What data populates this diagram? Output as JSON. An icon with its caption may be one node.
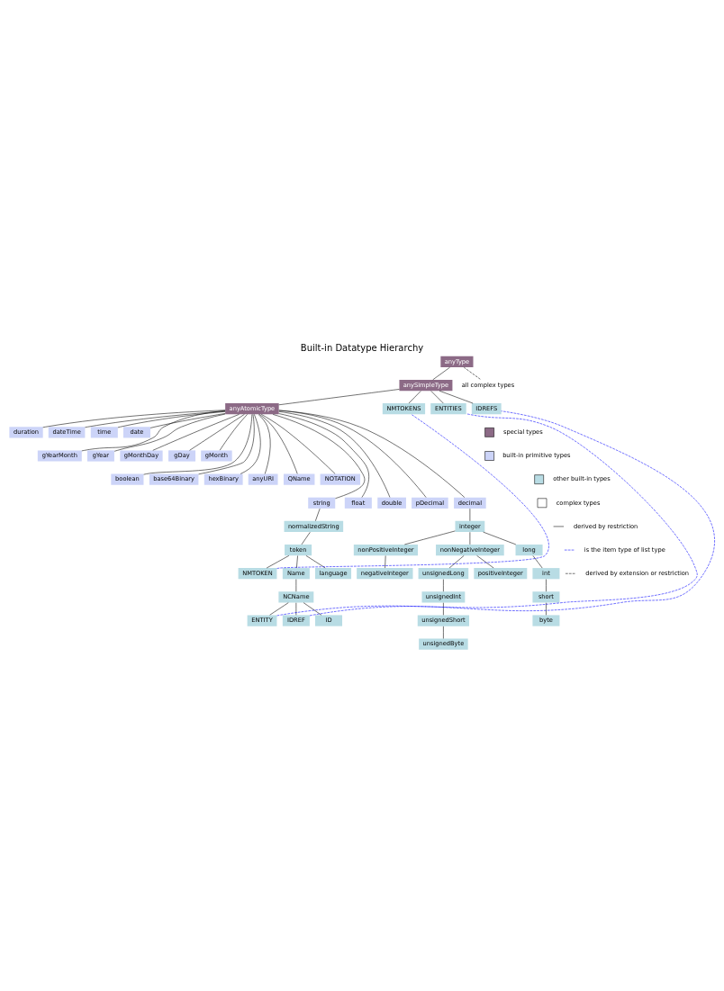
{
  "diagram": {
    "title": "Built-in Datatype Hierarchy",
    "nodes": [
      {
        "text": [
          "anyType"
        ]
      },
      {
        "text": [
          "anySimpleType"
        ]
      },
      {
        "text": [
          "anyAtomicType"
        ]
      },
      {
        "text": [
          "all complex types"
        ]
      },
      {
        "text": [
          "duration"
        ]
      },
      {
        "text": [
          "dateTime"
        ]
      },
      {
        "text": [
          "time"
        ]
      },
      {
        "text": [
          "date"
        ]
      },
      {
        "text": [
          "gYearMonth"
        ]
      },
      {
        "text": [
          "gYear"
        ]
      },
      {
        "text": [
          "gMonthDay"
        ]
      },
      {
        "text": [
          "gDay"
        ]
      },
      {
        "text": [
          "gMonth"
        ]
      },
      {
        "text": [
          "boolean"
        ]
      },
      {
        "text": [
          "base64Binary"
        ]
      },
      {
        "text": [
          "hexBinary"
        ]
      },
      {
        "text": [
          "anyURI"
        ]
      },
      {
        "text": [
          "QName"
        ]
      },
      {
        "text": [
          "NOTATION"
        ]
      },
      {
        "text": [
          "string"
        ]
      },
      {
        "text": [
          "float"
        ]
      },
      {
        "text": [
          "double"
        ]
      },
      {
        "text": [
          "pDecimal"
        ]
      },
      {
        "text": [
          "decimal"
        ]
      },
      {
        "text": [
          "normalizedString"
        ]
      },
      {
        "text": [
          "token"
        ]
      },
      {
        "text": [
          "integer"
        ]
      },
      {
        "text": [
          "nonPositiveInteger"
        ]
      },
      {
        "text": [
          "nonNegativeInteger"
        ]
      },
      {
        "text": [
          "long"
        ]
      },
      {
        "text": [
          "negativeInteger"
        ]
      },
      {
        "text": [
          "unsignedLong"
        ]
      },
      {
        "text": [
          "int"
        ]
      },
      {
        "text": [
          "NMTOKEN"
        ]
      },
      {
        "text": [
          "Name"
        ]
      },
      {
        "text": [
          "language"
        ]
      },
      {
        "text": [
          "positiveInteger"
        ]
      },
      {
        "text": [
          "unsignedInt"
        ]
      },
      {
        "text": [
          "short"
        ]
      },
      {
        "text": [
          "NCName"
        ]
      },
      {
        "text": [
          "unsignedShort"
        ]
      },
      {
        "text": [
          "byte"
        ]
      },
      {
        "text": [
          "ENTITY"
        ]
      },
      {
        "text": [
          "IDREF"
        ]
      },
      {
        "text": [
          "ID"
        ]
      },
      {
        "text": [
          "unsignedByte"
        ]
      },
      {
        "text": [
          "NMTOKENS"
        ]
      },
      {
        "text": [
          "ENTITIES"
        ]
      },
      {
        "text": [
          "IDREFS"
        ]
      }
    ],
    "edges": [
      {
        "from": 0,
        "to": 1,
        "arrow": "none"
      },
      {
        "from": 0,
        "to": 3,
        "arrow": "none",
        "style": "dashed"
      },
      {
        "from": 1,
        "to": 2,
        "arrow": "none"
      },
      {
        "from": 1,
        "to": 46,
        "arrow": "none"
      },
      {
        "from": 1,
        "to": 47,
        "arrow": "none"
      },
      {
        "from": 1,
        "to": 48,
        "arrow": "none"
      },
      {
        "from": 2,
        "to": 4,
        "arrow": "none"
      },
      {
        "from": 2,
        "to": 5,
        "arrow": "none"
      },
      {
        "from": 2,
        "to": 6,
        "arrow": "none"
      },
      {
        "from": 2,
        "to": 7,
        "arrow": "none"
      },
      {
        "from": 2,
        "to": 8,
        "arrow": "none"
      },
      {
        "from": 2,
        "to": 9,
        "arrow": "none"
      },
      {
        "from": 2,
        "to": 10,
        "arrow": "none"
      },
      {
        "from": 2,
        "to": 11,
        "arrow": "none"
      },
      {
        "from": 2,
        "to": 12,
        "arrow": "none"
      },
      {
        "from": 2,
        "to": 13,
        "arrow": "none"
      },
      {
        "from": 2,
        "to": 14,
        "arrow": "none"
      },
      {
        "from": 2,
        "to": 15,
        "arrow": "none"
      },
      {
        "from": 2,
        "to": 16,
        "arrow": "none"
      },
      {
        "from": 2,
        "to": 17,
        "arrow": "none"
      },
      {
        "from": 2,
        "to": 18,
        "arrow": "none"
      },
      {
        "from": 2,
        "to": 19,
        "arrow": "none"
      },
      {
        "from": 2,
        "to": 20,
        "arrow": "none"
      },
      {
        "from": 2,
        "to": 21,
        "arrow": "none"
      },
      {
        "from": 2,
        "to": 22,
        "arrow": "none"
      },
      {
        "from": 2,
        "to": 23,
        "arrow": "none"
      },
      {
        "from": 19,
        "to": 24,
        "arrow": "none"
      },
      {
        "from": 24,
        "to": 25,
        "arrow": "none"
      },
      {
        "from": 25,
        "to": 33,
        "arrow": "none"
      },
      {
        "from": 25,
        "to": 34,
        "arrow": "none"
      },
      {
        "from": 25,
        "to": 35,
        "arrow": "none"
      },
      {
        "from": 34,
        "to": 39,
        "arrow": "none"
      },
      {
        "from": 39,
        "to": 42,
        "arrow": "none"
      },
      {
        "from": 39,
        "to": 43,
        "arrow": "none"
      },
      {
        "from": 39,
        "to": 44,
        "arrow": "none"
      },
      {
        "from": 23,
        "to": 26,
        "arrow": "none"
      },
      {
        "from": 26,
        "to": 27,
        "arrow": "none"
      },
      {
        "from": 26,
        "to": 28,
        "arrow": "none"
      },
      {
        "from": 26,
        "to": 29,
        "arrow": "none"
      },
      {
        "from": 27,
        "to": 30,
        "arrow": "none"
      },
      {
        "from": 28,
        "to": 36,
        "arrow": "none"
      },
      {
        "from": 28,
        "to": 31,
        "arrow": "none"
      },
      {
        "from": 31,
        "to": 37,
        "arrow": "none"
      },
      {
        "from": 37,
        "to": 40,
        "arrow": "none"
      },
      {
        "from": 40,
        "to": 45,
        "arrow": "none"
      },
      {
        "from": 29,
        "to": 32,
        "arrow": "none"
      },
      {
        "from": 32,
        "to": 38,
        "arrow": "none"
      },
      {
        "from": 38,
        "to": 41,
        "arrow": "none"
      },
      {
        "from": 33,
        "to": 46,
        "arrow": "none",
        "style": "dashed",
        "color": "#0000ff"
      },
      {
        "from": 42,
        "to": 47,
        "arrow": "none",
        "style": "dashed",
        "color": "#0000ff"
      },
      {
        "from": 43,
        "to": 48,
        "arrow": "none",
        "style": "dashed",
        "color": "#0000ff"
      }
    ],
    "legend": [
      {
        "text": "special types",
        "color": "#8c6a86"
      },
      {
        "text": "built-in primitive types",
        "color": "#ccd4f8"
      },
      {
        "text": "other built-in types",
        "color": "#b8dce4"
      },
      {
        "text": "complex types",
        "color": "#ffffff"
      },
      {
        "text": "derived by restriction"
      },
      {
        "text": "is the item type of list type"
      },
      {
        "text": "derived by extension or restriction"
      }
    ]
  }
}
